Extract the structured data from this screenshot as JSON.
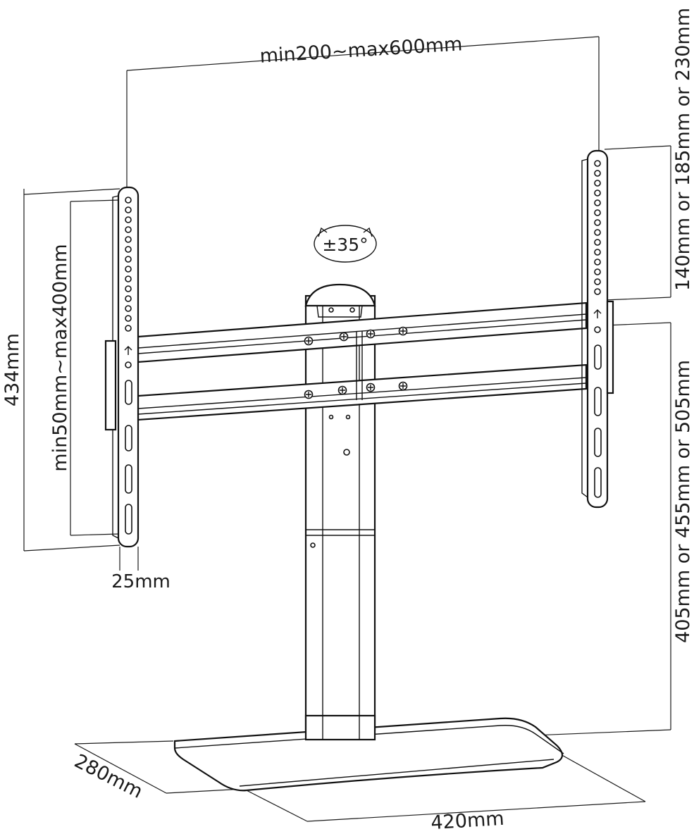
{
  "dimensions": {
    "vesa_width": "min200~max600mm",
    "overall_height": "434mm",
    "vesa_height": "min50mm~max400mm",
    "bracket_depth": "25mm",
    "mount_offset": "140mm or 185mm or 230mm",
    "pole_height": "405mm or 455mm or 505mm",
    "base_depth": "280mm",
    "base_width": "420mm",
    "swivel": "±35°"
  },
  "colors": {
    "line": "#111111",
    "background": "#ffffff"
  }
}
